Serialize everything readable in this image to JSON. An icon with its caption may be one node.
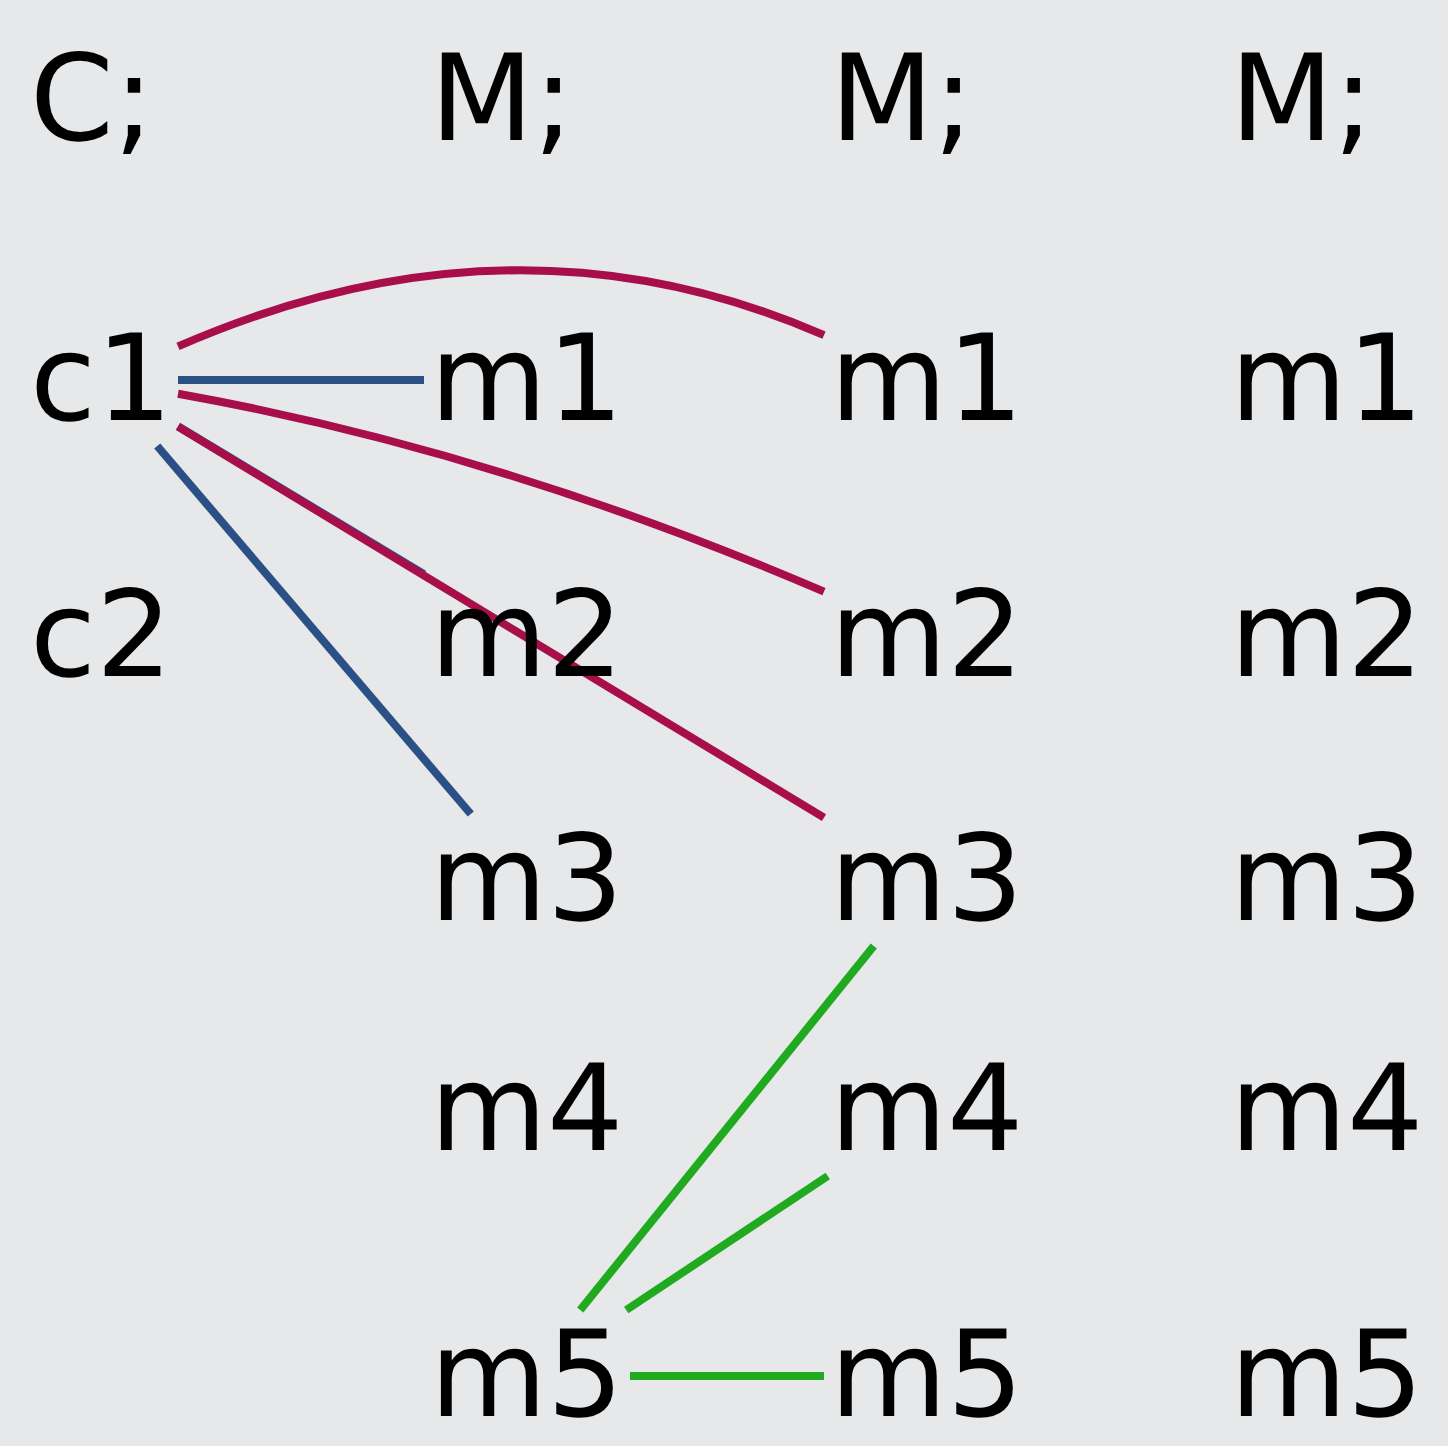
{
  "diagram": {
    "nodes": [
      {
        "text": [
          "C;"
        ]
      },
      {
        "text": [
          "M;"
        ]
      },
      {
        "text": [
          "M;"
        ]
      },
      {
        "text": [
          "M;"
        ]
      },
      {
        "text": [
          "c1"
        ]
      },
      {
        "text": [
          "m1"
        ]
      },
      {
        "text": [
          "m1"
        ]
      },
      {
        "text": [
          "m1"
        ]
      },
      {
        "text": [
          "c2"
        ]
      },
      {
        "text": [
          "m2"
        ]
      },
      {
        "text": [
          "m2"
        ]
      },
      {
        "text": [
          "m2"
        ]
      },
      {
        "text": [
          "m3"
        ]
      },
      {
        "text": [
          "m3"
        ]
      },
      {
        "text": [
          "m3"
        ]
      },
      {
        "text": [
          "m4"
        ]
      },
      {
        "text": [
          "m4"
        ]
      },
      {
        "text": [
          "m4"
        ]
      },
      {
        "text": [
          "m5"
        ]
      },
      {
        "text": [
          "m5"
        ]
      },
      {
        "text": [
          "m5"
        ]
      }
    ],
    "edges": [
      {
        "from": 4,
        "to": 5,
        "arrow": "none",
        "color": "#2b5086"
      },
      {
        "from": 4,
        "to": 9,
        "arrow": "none",
        "color": "#2b5086"
      },
      {
        "from": 4,
        "to": 12,
        "arrow": "none",
        "color": "#2b5086"
      },
      {
        "from": 4,
        "to": 6,
        "arrow": "none",
        "color": "#a80f4a"
      },
      {
        "from": 4,
        "to": 10,
        "arrow": "none",
        "color": "#a80f4a"
      },
      {
        "from": 4,
        "to": 13,
        "arrow": "none",
        "color": "#a80f4a"
      },
      {
        "from": 18,
        "to": 13,
        "arrow": "none",
        "color": "#1faa1f"
      },
      {
        "from": 18,
        "to": 16,
        "arrow": "none",
        "color": "#1faa1f"
      },
      {
        "from": 18,
        "to": 19,
        "arrow": "none",
        "color": "#1faa1f"
      }
    ]
  }
}
